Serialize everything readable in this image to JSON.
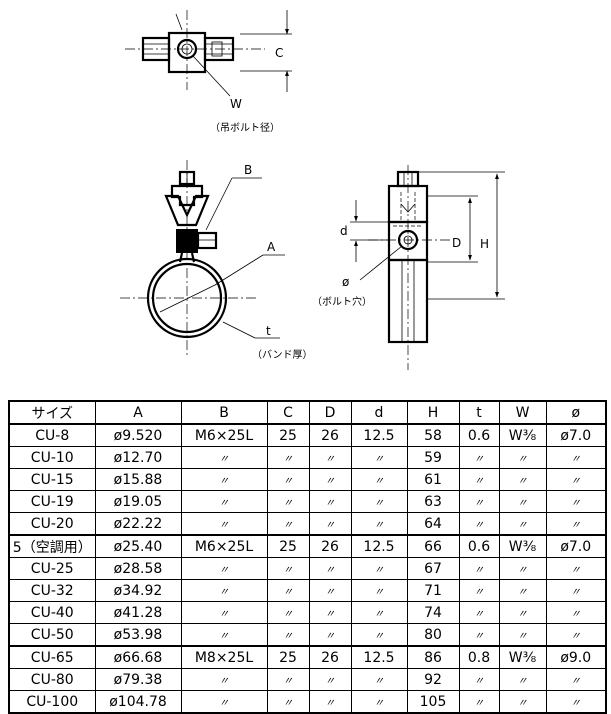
{
  "drawing": {
    "top_view": {
      "labels": {
        "w": "W",
        "c": "C"
      },
      "caption": "（吊ボルト径）"
    },
    "front_view": {
      "labels": {
        "b": "B",
        "a": "A",
        "t": "t"
      },
      "caption": "（バンド厚）"
    },
    "side_view": {
      "labels": {
        "d_small": "d",
        "d_big": "D",
        "h": "H",
        "phi": "ø"
      },
      "caption": "（ボルト穴）"
    }
  },
  "table": {
    "headers": [
      "サイズ",
      "A",
      "B",
      "C",
      "D",
      "d",
      "H",
      "t",
      "W",
      "ø"
    ],
    "rows": [
      [
        "CU-8",
        "ø9.520",
        "M6×25L",
        "25",
        "26",
        "12.5",
        "58",
        "0.6",
        "W⅜",
        "ø7.0"
      ],
      [
        "CU-10",
        "ø12.70",
        "〃",
        "〃",
        "〃",
        "〃",
        "59",
        "〃",
        "〃",
        "〃"
      ],
      [
        "CU-15",
        "ø15.88",
        "〃",
        "〃",
        "〃",
        "〃",
        "61",
        "〃",
        "〃",
        "〃"
      ],
      [
        "CU-19",
        "ø19.05",
        "〃",
        "〃",
        "〃",
        "〃",
        "63",
        "〃",
        "〃",
        "〃"
      ],
      [
        "CU-20",
        "ø22.22",
        "〃",
        "〃",
        "〃",
        "〃",
        "64",
        "〃",
        "〃",
        "〃"
      ],
      [
        "5（空調用）",
        "ø25.40",
        "M6×25L",
        "25",
        "26",
        "12.5",
        "66",
        "0.6",
        "W⅜",
        "ø7.0"
      ],
      [
        "CU-25",
        "ø28.58",
        "〃",
        "〃",
        "〃",
        "〃",
        "67",
        "〃",
        "〃",
        "〃"
      ],
      [
        "CU-32",
        "ø34.92",
        "〃",
        "〃",
        "〃",
        "〃",
        "71",
        "〃",
        "〃",
        "〃"
      ],
      [
        "CU-40",
        "ø41.28",
        "〃",
        "〃",
        "〃",
        "〃",
        "74",
        "〃",
        "〃",
        "〃"
      ],
      [
        "CU-50",
        "ø53.98",
        "〃",
        "〃",
        "〃",
        "〃",
        "80",
        "〃",
        "〃",
        "〃"
      ],
      [
        "CU-65",
        "ø66.68",
        "M8×25L",
        "25",
        "26",
        "12.5",
        "86",
        "0.8",
        "W⅜",
        "ø9.0"
      ],
      [
        "CU-80",
        "ø79.38",
        "〃",
        "〃",
        "〃",
        "〃",
        "92",
        "〃",
        "〃",
        "〃"
      ],
      [
        "CU-100",
        "ø104.78",
        "〃",
        "〃",
        "〃",
        "〃",
        "105",
        "〃",
        "〃",
        "〃"
      ]
    ],
    "group_start_rows": [
      5,
      10
    ]
  }
}
